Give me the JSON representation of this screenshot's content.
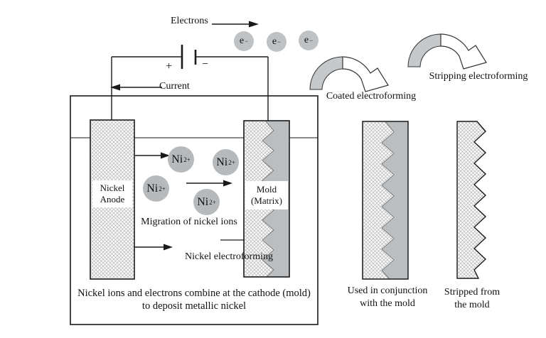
{
  "figure": {
    "title_semantic": "Nickel electroforming process diagram",
    "circuit": {
      "electrons_label": "Electrons",
      "current_label": "Current",
      "battery_plus": "+",
      "battery_minus": "−",
      "electron_symbol": {
        "base": "e",
        "sup": "−"
      }
    },
    "tank": {
      "anode_label": [
        "Nickel",
        "Anode"
      ],
      "mold_label": [
        "Mold",
        "(Matrix)"
      ],
      "nickel_ion": {
        "base": "Ni",
        "sup": "2+"
      },
      "migration_label": "Migration of nickel ions",
      "electroforming_label": "Nickel electroforming",
      "caption": [
        "Nickel ions and electrons combine at the cathode (mold)",
        "to deposit metallic nickel"
      ]
    },
    "right_panel": {
      "coated_label": "Coated electroforming",
      "stripping_label": "Stripping electroforming",
      "used_label": [
        "Used in conjunction",
        "with the mold"
      ],
      "stripped_label": [
        "Stripped from",
        "the mold"
      ]
    },
    "colors": {
      "ion_fill": "#b7babc",
      "electron_fill": "#bfc2c4",
      "mold_gray": "#babec0",
      "arch_gray": "#c5c9cb",
      "hatch_line": "#b5b5b5",
      "line_black": "#1a1a1a"
    }
  }
}
